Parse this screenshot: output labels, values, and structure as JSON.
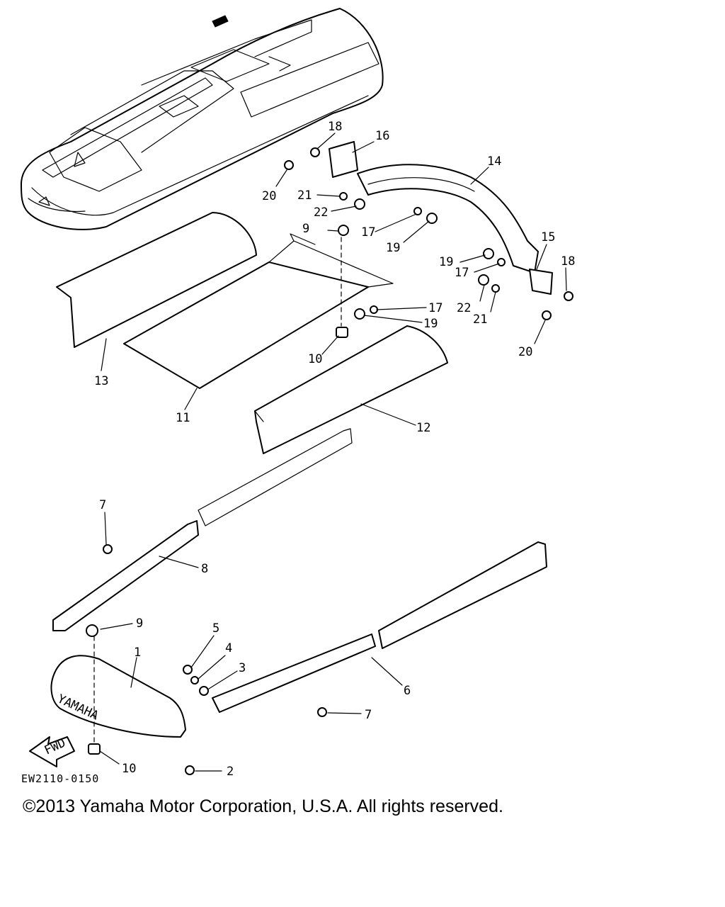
{
  "diagram": {
    "drawing_code": "EW2110-0150",
    "copyright": "©2013 Yamaha Motor Corporation, U.S.A. All rights reserved.",
    "brand_text": "YAMAHA",
    "fwd_text": "FWD",
    "callouts": [
      "1",
      "2",
      "3",
      "4",
      "5",
      "6",
      "7",
      "7",
      "8",
      "9",
      "9",
      "10",
      "10",
      "11",
      "12",
      "13",
      "14",
      "15",
      "16",
      "17",
      "17",
      "17",
      "18",
      "18",
      "19",
      "19",
      "19",
      "20",
      "20",
      "21",
      "21",
      "22",
      "22"
    ]
  }
}
